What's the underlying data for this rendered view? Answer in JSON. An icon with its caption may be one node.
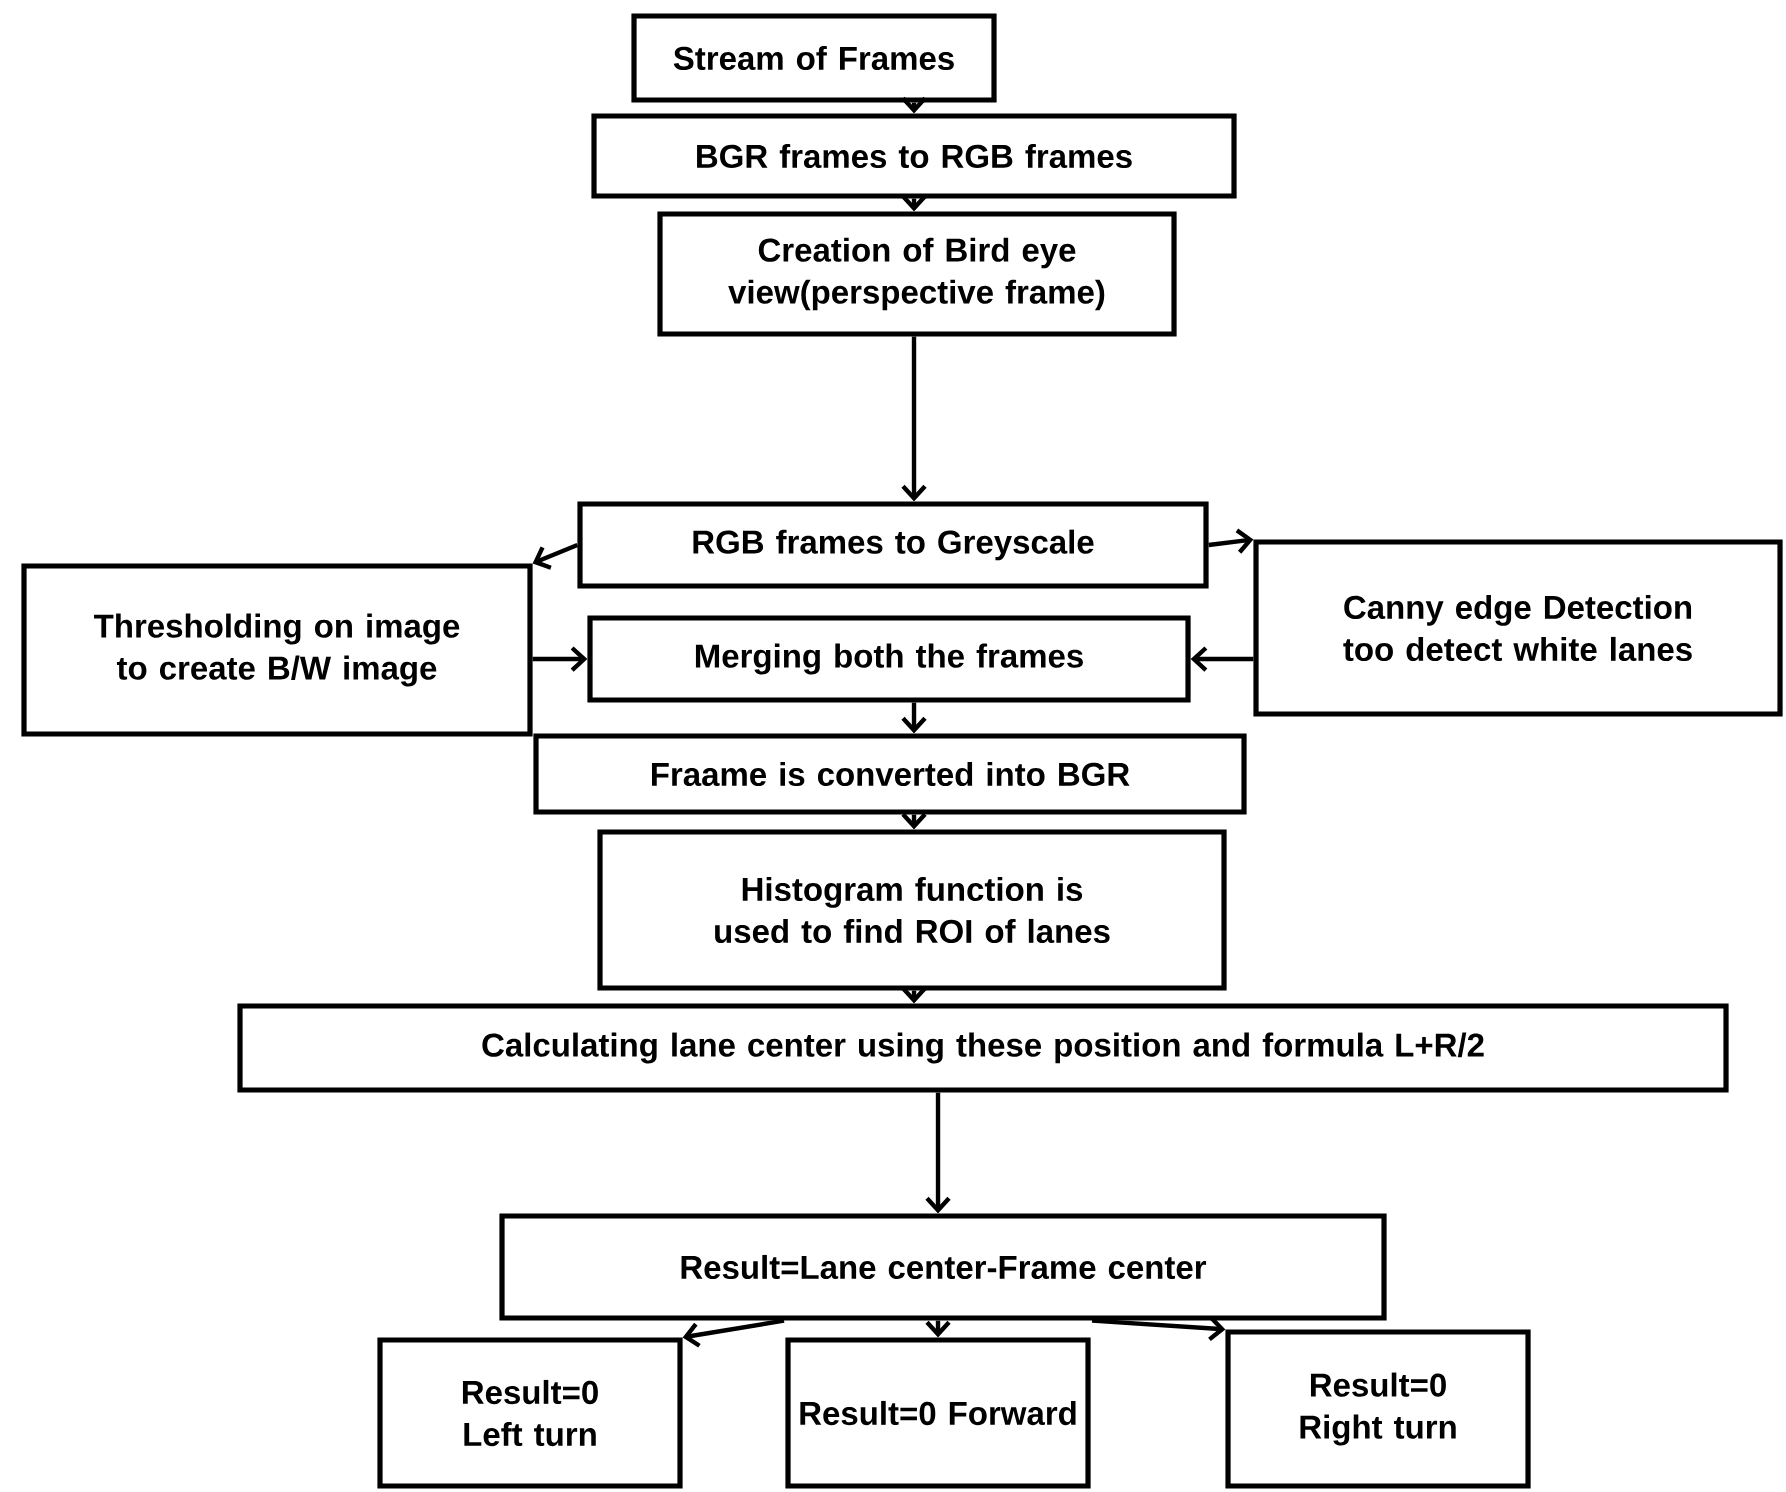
{
  "diagram": {
    "nodes": [
      {
        "text": [
          "Stream of Frames"
        ]
      },
      {
        "text": [
          "BGR frames to RGB frames"
        ]
      },
      {
        "text": [
          "Creation of Bird eye view(perspective frame)"
        ]
      },
      {
        "text": [
          "RGB frames to Greyscale"
        ]
      },
      {
        "text": [
          "Thresholding on image to create B/W image"
        ]
      },
      {
        "text": [
          "Merging both the frames"
        ]
      },
      {
        "text": [
          "Canny edge Detection too detect white lanes"
        ]
      },
      {
        "text": [
          "Fraame is converted into BGR"
        ]
      },
      {
        "text": [
          "Histogram function is used to find ROI of lanes"
        ]
      },
      {
        "text": [
          "Calculating lane center using these position and formula L+R/2"
        ]
      },
      {
        "text": [
          "Result=Lane center-Frame center"
        ]
      },
      {
        "text": [
          "Result=0 Left turn"
        ]
      },
      {
        "text": [
          "Result=0 Forward"
        ]
      },
      {
        "text": [
          "Result=0 Right turn"
        ]
      }
    ],
    "edges": [
      {
        "from": 0,
        "to": 1,
        "arrow": "to"
      },
      {
        "from": 1,
        "to": 2,
        "arrow": "to"
      },
      {
        "from": 2,
        "to": 3,
        "arrow": "to"
      },
      {
        "from": 3,
        "to": 4,
        "arrow": "to"
      },
      {
        "from": 3,
        "to": 6,
        "arrow": "to"
      },
      {
        "from": 4,
        "to": 5,
        "arrow": "to"
      },
      {
        "from": 6,
        "to": 5,
        "arrow": "to"
      },
      {
        "from": 5,
        "to": 7,
        "arrow": "to"
      },
      {
        "from": 7,
        "to": 8,
        "arrow": "to"
      },
      {
        "from": 8,
        "to": 9,
        "arrow": "to"
      },
      {
        "from": 9,
        "to": 10,
        "arrow": "to"
      },
      {
        "from": 10,
        "to": 11,
        "arrow": "to"
      },
      {
        "from": 10,
        "to": 12,
        "arrow": "to"
      },
      {
        "from": 10,
        "to": 13,
        "arrow": "to"
      }
    ]
  }
}
